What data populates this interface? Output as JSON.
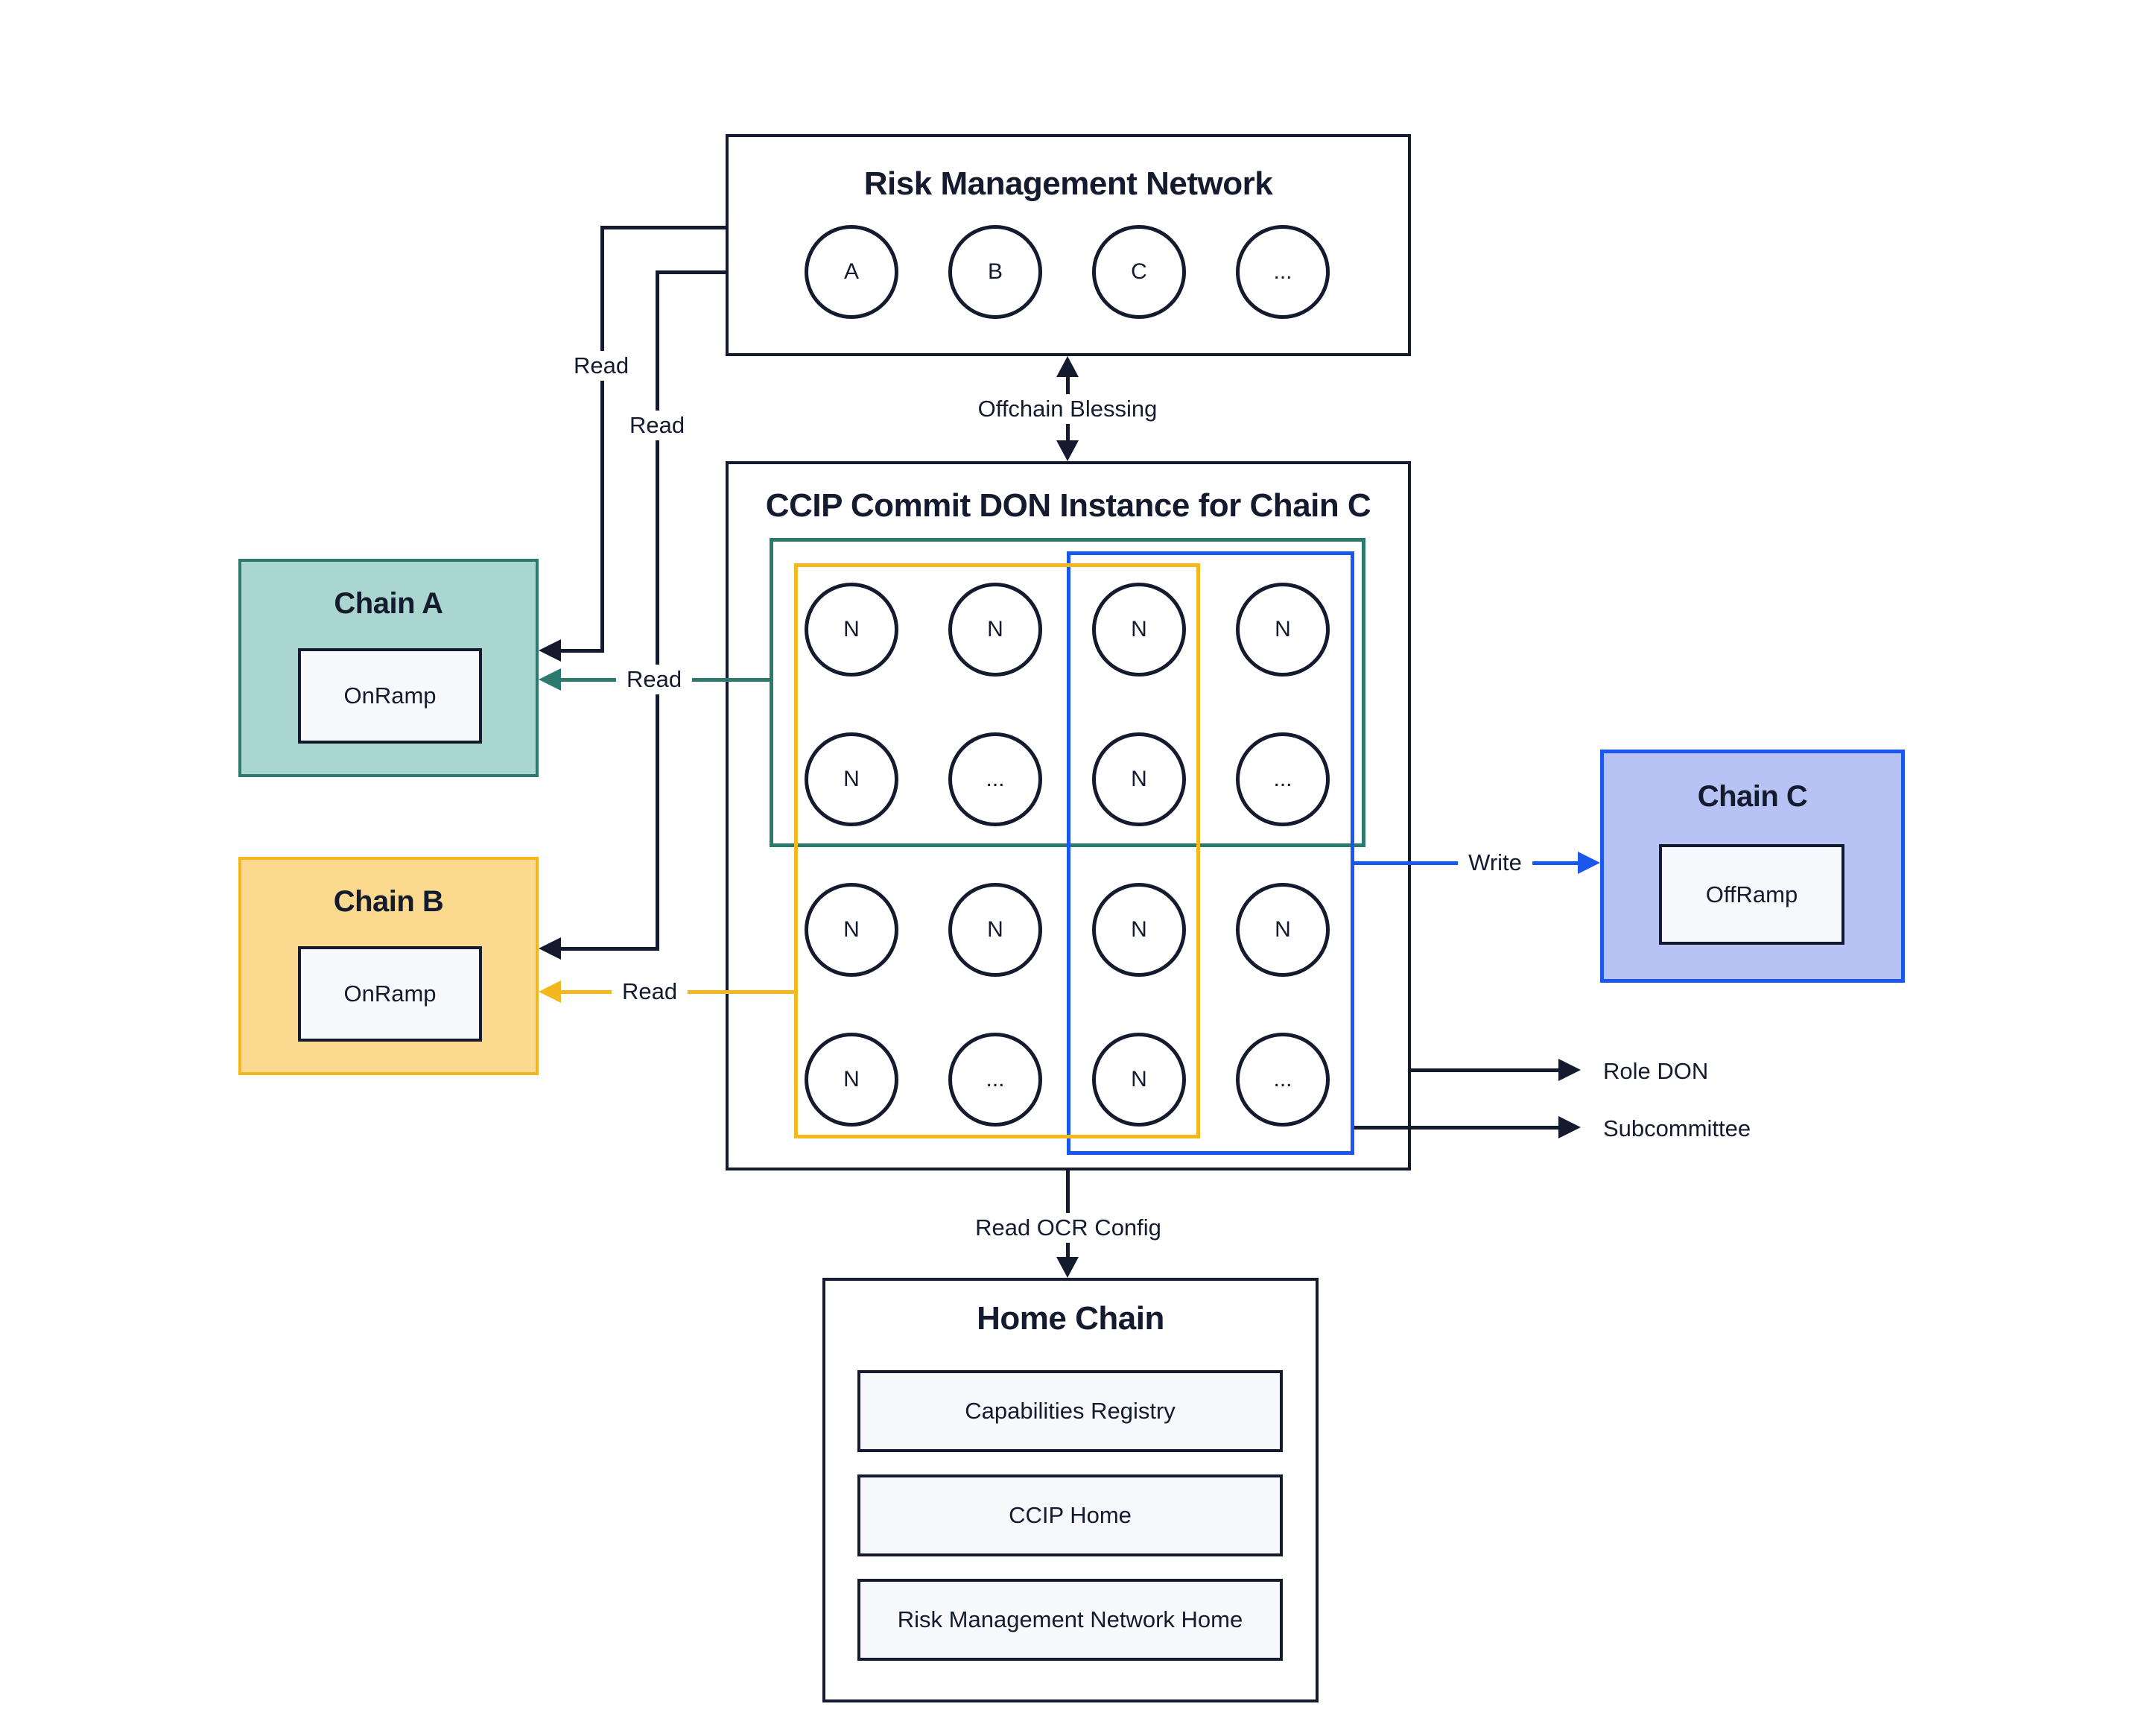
{
  "colors": {
    "ink": "#141b2e",
    "teal": "#2b7a6d",
    "teal-fill": "#a9d6ce",
    "amber": "#f4b71d",
    "amber-fill": "#fbd98e",
    "blue": "#1a57ef",
    "blue-fill": "#b6c3f4",
    "panel-fill": "#f7f8fc",
    "background": "#ffffff"
  },
  "risk_management_network": {
    "title": "Risk Management Network",
    "nodes": [
      "A",
      "B",
      "C",
      "..."
    ]
  },
  "commit_don": {
    "title": "CCIP Commit DON Instance for Chain C",
    "grid": [
      "N",
      "N",
      "N",
      "N",
      "N",
      "...",
      "N",
      "...",
      "N",
      "N",
      "N",
      "N",
      "N",
      "...",
      "N",
      "..."
    ]
  },
  "chain_a": {
    "title": "Chain A",
    "contract": "OnRamp"
  },
  "chain_b": {
    "title": "Chain B",
    "contract": "OnRamp"
  },
  "chain_c": {
    "title": "Chain C",
    "contract": "OffRamp"
  },
  "home_chain": {
    "title": "Home Chain",
    "contracts": [
      "Capabilities Registry",
      "CCIP Home",
      "Risk Management Network Home"
    ]
  },
  "edges": {
    "offchain_blessing": "Offchain Blessing",
    "read_rmn_to_a": "Read",
    "read_rmn_to_b": "Read",
    "read_don_to_a": "Read",
    "read_don_to_b": "Read",
    "write": "Write",
    "role_don": "Role DON",
    "subcommittee": "Subcommittee",
    "read_ocr_config": "Read OCR Config"
  }
}
